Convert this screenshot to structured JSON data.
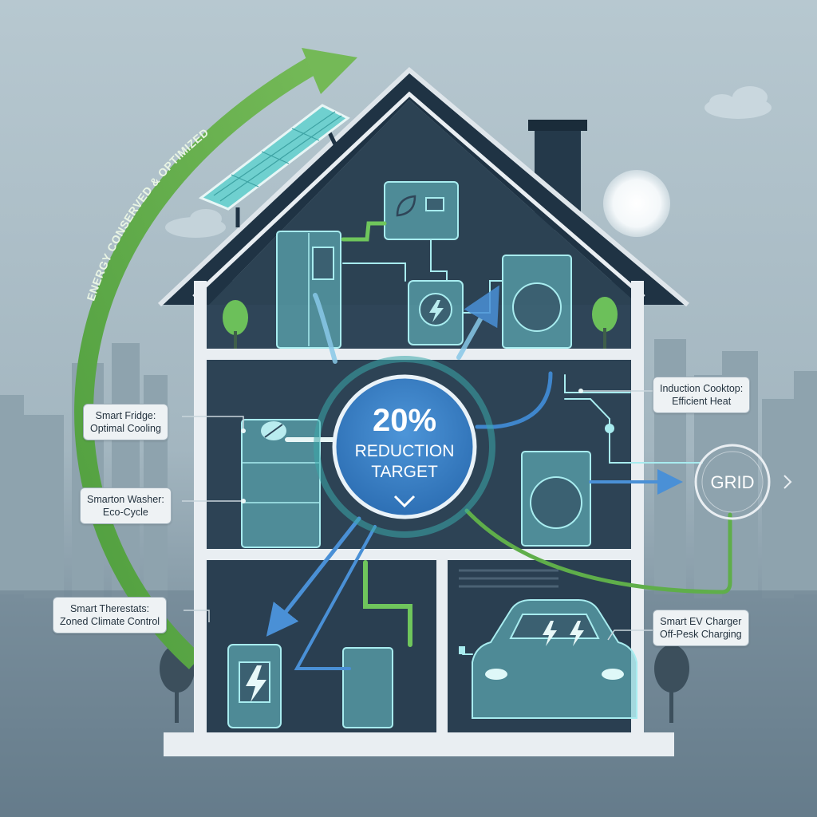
{
  "arc_label": "ENERGY CONSERVED & OPTIMIZED",
  "center": {
    "percent": "20%",
    "line1": "REDUCTION",
    "line2": "TARGET"
  },
  "grid_label": "GRID",
  "callouts": {
    "fridge": {
      "line1": "Smart Fridge:",
      "line2": "Optimal Cooling"
    },
    "washer": {
      "line1": "Smarton Washer:",
      "line2": "Eco-Cycle"
    },
    "thermostat": {
      "line1": "Smart Therestats:",
      "line2": "Zoned Climate Control"
    },
    "cooktop": {
      "line1": "Induction Cooktop:",
      "line2": "Efficient Heat"
    },
    "ev": {
      "line1": "Smart EV Charger",
      "line2": "Off-Pesk Charging"
    }
  },
  "colors": {
    "sky": "#a9bcc6",
    "house_interior": "#2f4558",
    "house_frame": "#e9eef2",
    "roof": "#1f3344",
    "accent_green": "#5fae4a",
    "accent_blue": "#3f86cc",
    "device_teal": "#7fd3d6"
  },
  "icons": [
    "solar-panel-icon",
    "leaf-icon",
    "lightning-icon",
    "car-icon",
    "battery-icon",
    "chevron-down-icon",
    "chevron-right-icon",
    "tree-icon",
    "sun-icon",
    "cloud-icon"
  ]
}
